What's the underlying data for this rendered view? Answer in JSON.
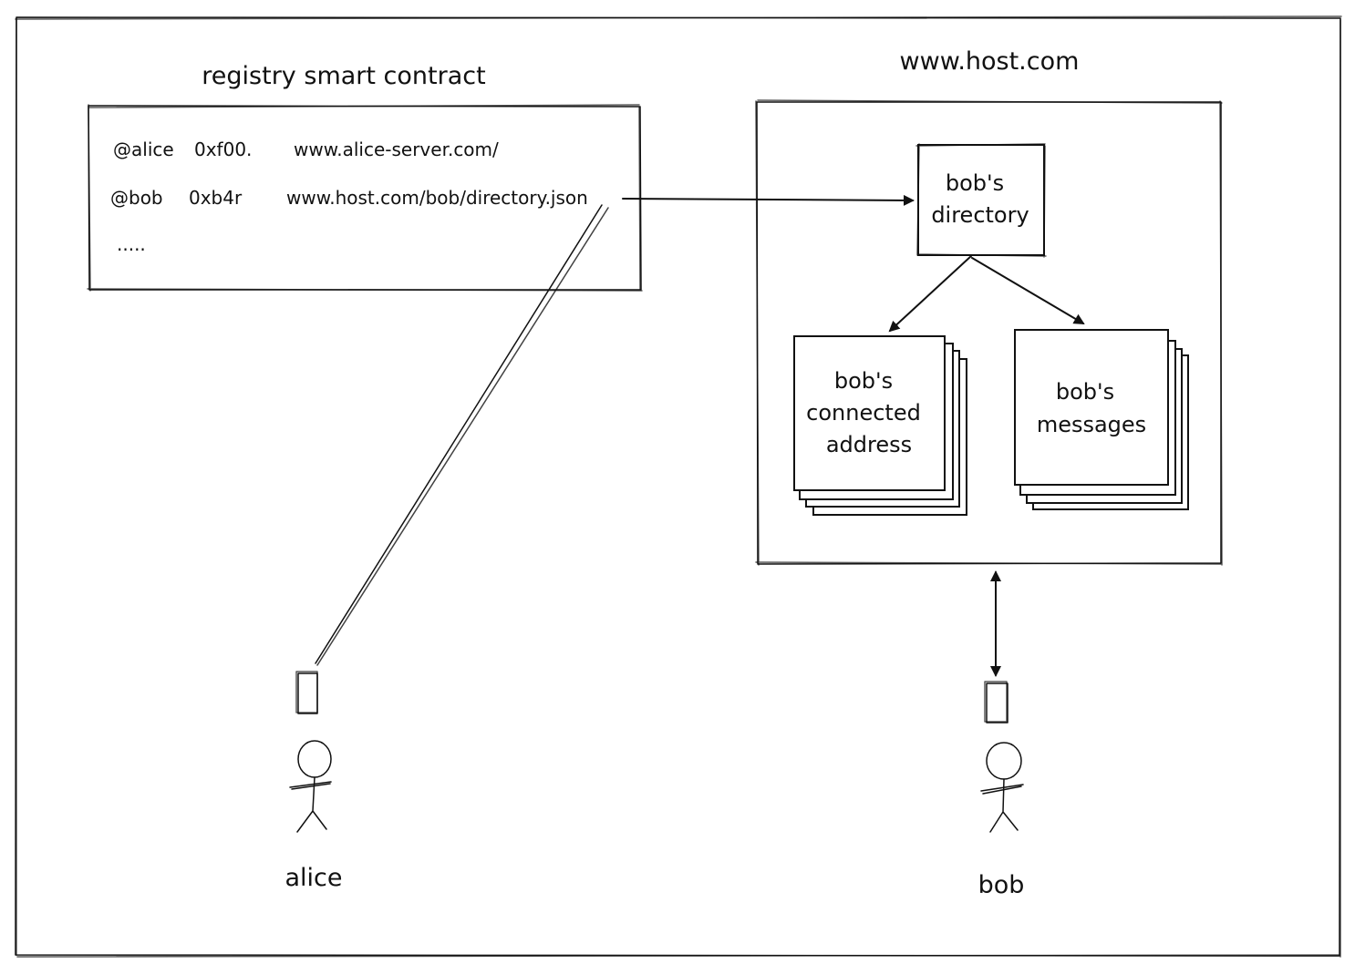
{
  "registry": {
    "title": "registry smart contract",
    "rows": [
      {
        "handle": "@alice",
        "address": "0xf00.",
        "url": "www.alice-server.com/"
      },
      {
        "handle": "@bob",
        "address": "0xb4r",
        "url": "www.host.com/bob/directory.json"
      },
      {
        "handle": ".....",
        "address": "",
        "url": ""
      }
    ]
  },
  "host": {
    "title": "www.host.com",
    "directory_lines": [
      "bob's",
      "directory"
    ],
    "connected_lines": [
      "bob's",
      "connected",
      "address"
    ],
    "messages_lines": [
      "bob's",
      "messages"
    ]
  },
  "people": {
    "alice_label": "alice",
    "bob_label": "bob"
  },
  "colors": {
    "ink": "#111111",
    "paper": "#ffffff"
  }
}
